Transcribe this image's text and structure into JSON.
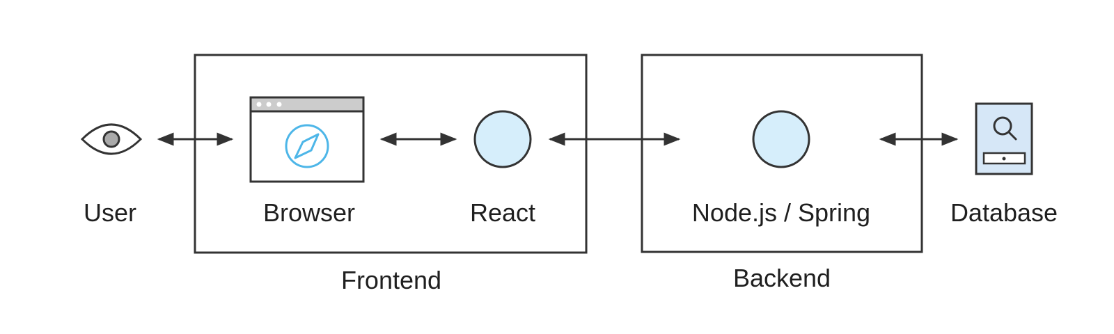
{
  "nodes": {
    "user": {
      "label": "User",
      "icon": "eye-icon"
    },
    "browser": {
      "label": "Browser",
      "icon": "browser-window-icon"
    },
    "react": {
      "label": "React",
      "icon": "circle-node"
    },
    "server": {
      "label": "Node.js / Spring",
      "icon": "circle-node"
    },
    "database": {
      "label": "Database",
      "icon": "database-search-icon"
    }
  },
  "groups": {
    "frontend": {
      "label": "Frontend"
    },
    "backend": {
      "label": "Backend"
    }
  },
  "edges": [
    {
      "from": "user",
      "to": "browser",
      "direction": "bidirectional"
    },
    {
      "from": "browser",
      "to": "react",
      "direction": "bidirectional"
    },
    {
      "from": "react",
      "to": "server",
      "direction": "bidirectional"
    },
    {
      "from": "server",
      "to": "database",
      "direction": "bidirectional"
    }
  ],
  "colors": {
    "stroke": "#333333",
    "node_fill": "#d6eefb",
    "accent": "#4db6e8",
    "window_bar": "#cccccc",
    "database_fill": "#d6e7f7"
  }
}
